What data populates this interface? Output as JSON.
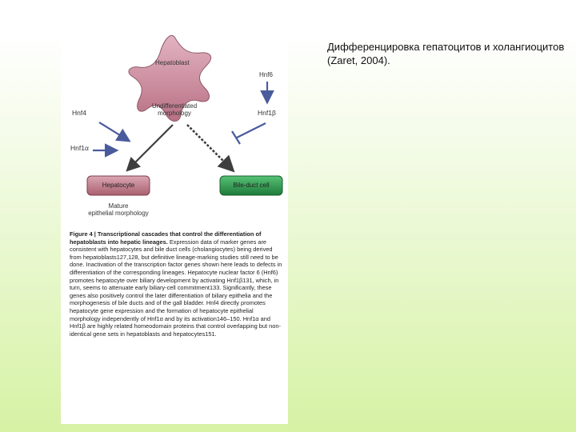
{
  "slide_text": "Дифференцировка гепатоцитов и холангиоцитов (Zaret, 2004).",
  "diagram": {
    "hepatoblast": "Hepatoblast",
    "hnf6": "Hnf6",
    "undifferentiated": "Undifferentiated",
    "morphology": "morphology",
    "hnf4": "Hnf4",
    "hnf1b": "Hnf1β",
    "hnf1a": "Hnf1α",
    "hepatocyte": "Hepatocyte",
    "bile_duct_cell": "Bile-duct cell",
    "mature": "Mature",
    "epithelial_morphology": "epithelial morphology",
    "colors": {
      "hepatoblast_fill": "#d9a3b3",
      "hepatocyte_fill": "#c98595",
      "bile_duct_fill": "#2f9a52",
      "arrow_blue": "#4a5b9c",
      "arrow_grey": "#4a4a4a"
    }
  },
  "caption": {
    "heading": "Figure 4 | Transcriptional cascades that control the differentiation of hepatoblasts into hepatic lineages.",
    "body": "Expression data of marker genes are consistent with hepatocytes and bile duct cells (cholangiocytes) being derived from hepatoblasts127,128, but definitive lineage-marking studies still need to be done. Inactivation of the transcription factor genes shown here leads to defects in differentiation of the corresponding lineages. Hepatocyte nuclear factor 6 (Hnf6) promotes hepatocyte over biliary development by activating Hnf1β131, which, in turn, seems to attenuate early biliary-cell commitment133. Significantly, these genes also positively control the later differentiation of biliary epithelia and the morphogenesis of bile ducts and of the gall bladder. Hnf4 directly promotes hepatocyte gene expression and the formation of hepatocyte epithelial morphology independently of Hnf1α and by its activation146–150. Hnf1α and Hnf1β are highly related homeodomain proteins that control overlapping but non-identical gene sets in hepatoblasts and hepatocytes151."
  }
}
